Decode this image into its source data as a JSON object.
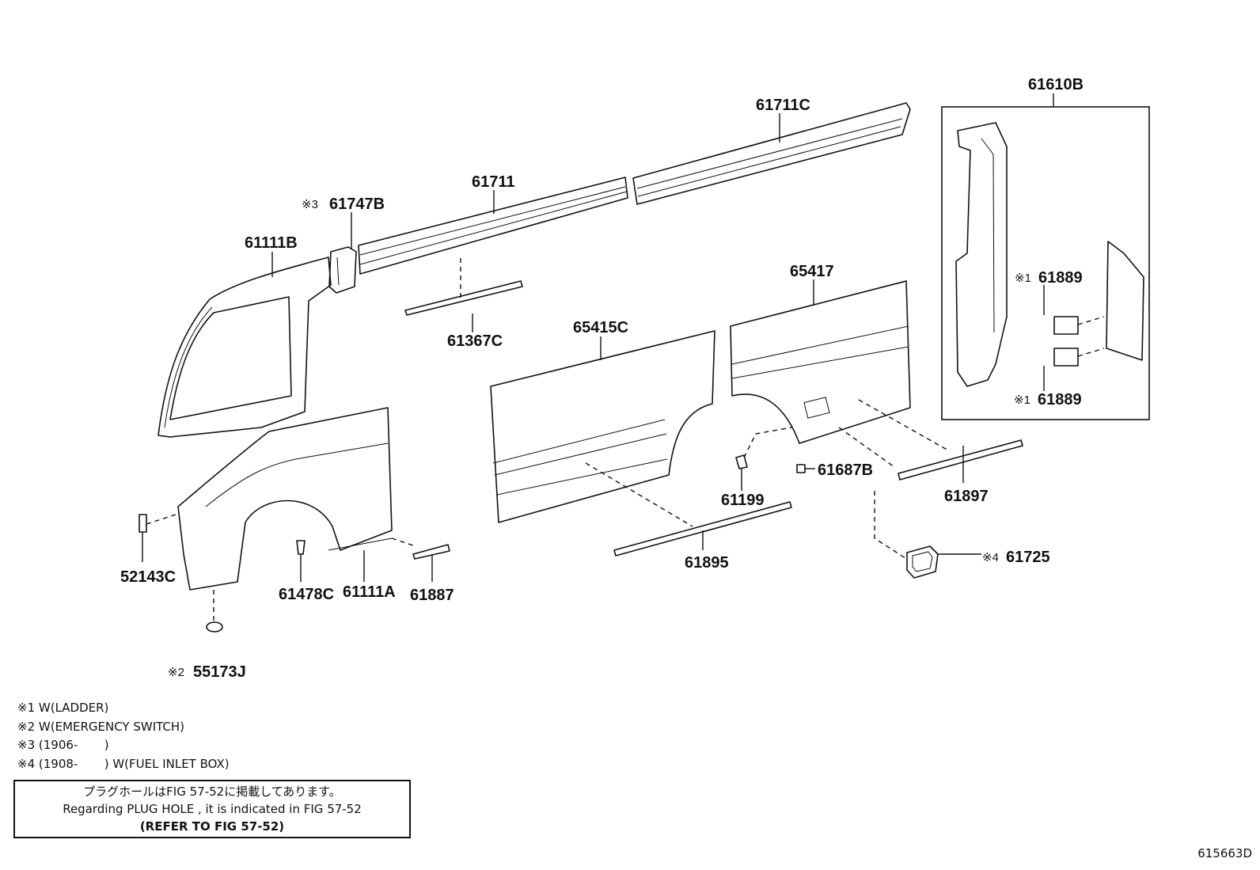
{
  "parts": {
    "p61610B": "61610B",
    "p61711C": "61711C",
    "p61711": "61711",
    "p61747B": "61747B",
    "p61111B": "61111B",
    "p61367C": "61367C",
    "p65417": "65417",
    "p65415C": "65415C",
    "p61889a": "61889",
    "p61889b": "61889",
    "p61687B": "61687B",
    "p61199": "61199",
    "p61897": "61897",
    "p61895": "61895",
    "p61725": "61725",
    "p52143C": "52143C",
    "p61478C": "61478C",
    "p61111A": "61111A",
    "p61887": "61887",
    "p55173J": "55173J"
  },
  "marks": {
    "m1a": "※1",
    "m1b": "※1",
    "m2": "※2",
    "m3": "※3",
    "m4": "※4"
  },
  "notes": [
    "※1 W(LADDER)",
    "※2 W(EMERGENCY SWITCH)",
    "※3 (1906-       )",
    "※4 (1908-       ) W(FUEL INLET BOX)"
  ],
  "notice": {
    "jp": "プラグホールはFIG 57-52に掲載してあります。",
    "en": "Regarding  PLUG  HOLE , it is indicated in FIG  57-52",
    "ref": "(REFER  TO  FIG  57-52)"
  },
  "figure_id": "615663D"
}
